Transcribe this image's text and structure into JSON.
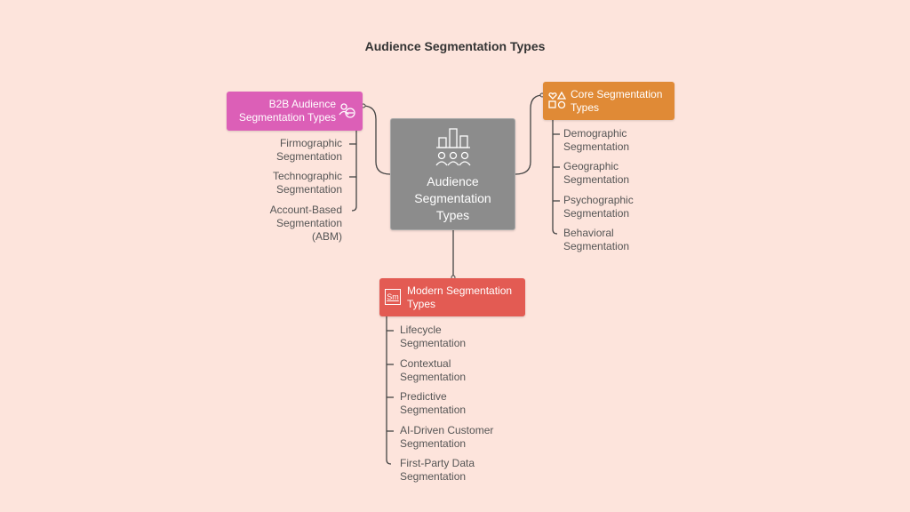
{
  "title": "Audience Segmentation Types",
  "center": {
    "label": "Audience Segmentation Types",
    "icon": "audience-chart-icon"
  },
  "b2b": {
    "label_line1": "B2B Audience",
    "label_line2": "Segmentation Types",
    "icon": "handshake-icon",
    "color": "#dc5fb7",
    "items": [
      [
        "Firmographic",
        "Segmentation"
      ],
      [
        "Technographic",
        "Segmentation"
      ],
      [
        "Account-Based",
        "Segmentation",
        "(ABM)"
      ]
    ]
  },
  "core": {
    "label_line1": "Core Segmentation",
    "label_line2": "Types",
    "icon": "shapes-icon",
    "color": "#e08a36",
    "items": [
      [
        "Demographic",
        "Segmentation"
      ],
      [
        "Geographic",
        "Segmentation"
      ],
      [
        "Psychographic",
        "Segmentation"
      ],
      [
        "Behavioral",
        "Segmentation"
      ]
    ]
  },
  "modern": {
    "label_line1": "Modern Segmentation",
    "label_line2": "Types",
    "icon": "sm-icon",
    "icon_text": "Sm",
    "color": "#e35b53",
    "items": [
      [
        "Lifecycle",
        "Segmentation"
      ],
      [
        "Contextual",
        "Segmentation"
      ],
      [
        "Predictive",
        "Segmentation"
      ],
      [
        "AI-Driven Customer",
        "Segmentation"
      ],
      [
        "First-Party Data",
        "Segmentation"
      ]
    ]
  }
}
